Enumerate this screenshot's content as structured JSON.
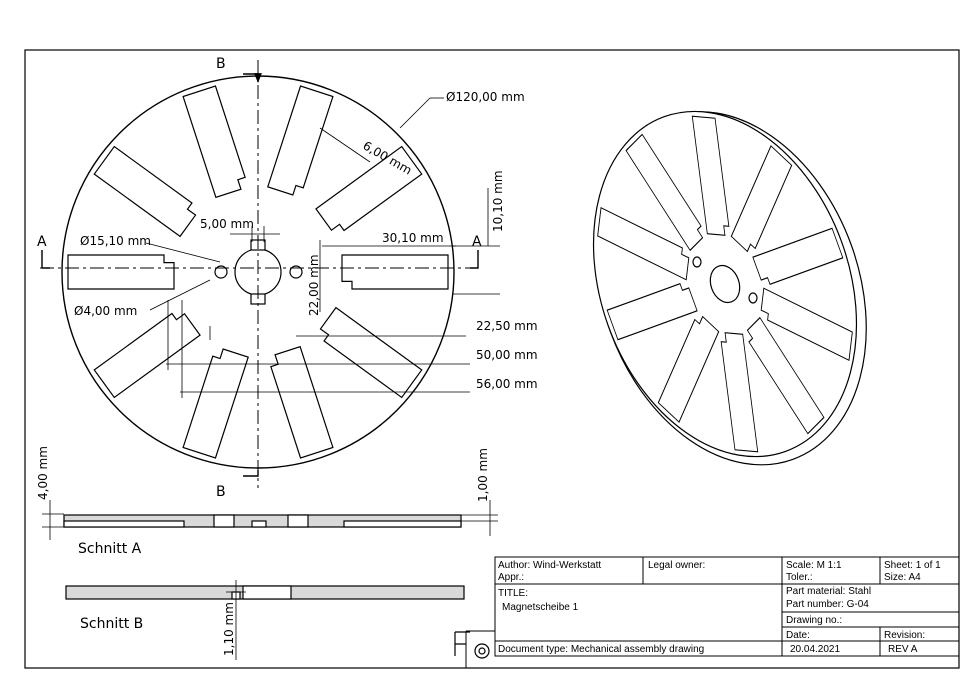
{
  "dimensions": {
    "dia_outer": "Ø120,00 mm",
    "slot_width": "6,00 mm",
    "d_5": "5,00 mm",
    "d_10_10": "10,10 mm",
    "dia_15_10": "Ø15,10 mm",
    "d_30_10": "30,10 mm",
    "d_22_00": "22,00 mm",
    "dia_4": "Ø4,00 mm",
    "d_22_50": "22,50 mm",
    "d_50": "50,00 mm",
    "d_56": "56,00 mm",
    "d_4_00": "4,00 mm",
    "d_1_00": "1,00 mm",
    "d_1_10": "1,10 mm"
  },
  "section_marks": {
    "a": "A",
    "b": "B"
  },
  "sections": {
    "a": "Schnitt A",
    "b": "Schnitt B"
  },
  "title_block": {
    "author": "Author: Wind-Werkstatt",
    "appr": "Appr.:",
    "legal_owner": "Legal owner:",
    "scale": "Scale: M 1:1",
    "toler": "Toler.:",
    "sheet": "Sheet: 1 of 1",
    "size": "Size:  A4",
    "title_label": "TITLE:",
    "title_value": "Magnetscheibe 1",
    "part_material": "Part material: Stahl",
    "part_number": "Part number:  G-04",
    "drawing_no": "Drawing no.:",
    "date_label": "Date:",
    "date_value": "20.04.2021",
    "revision_label": "Revision:",
    "revision_value": "REV A",
    "document_type": "Document type:  Mechanical assembly drawing"
  }
}
